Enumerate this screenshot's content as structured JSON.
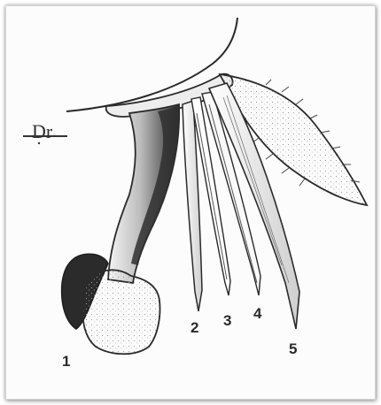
{
  "figure": {
    "author_mark": "Dr",
    "labels": {
      "part_1": "1",
      "part_2": "2",
      "part_3": "3",
      "part_4": "4",
      "part_5": "5"
    },
    "colors": {
      "ink": "#2a2a2a",
      "shade_dark": "#3a3a3a",
      "paper": "#fcfcfc"
    }
  }
}
